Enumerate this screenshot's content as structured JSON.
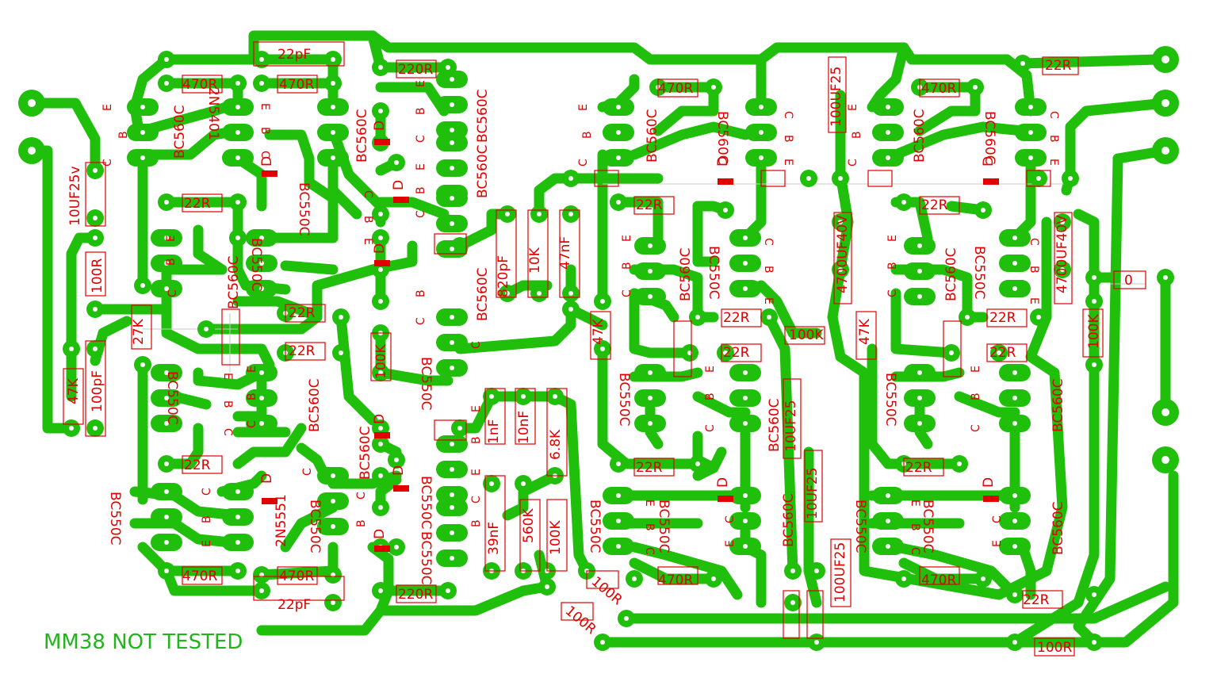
{
  "note": "MM38 NOT TESTED",
  "colors": {
    "copper": "#1fbf0b",
    "silkscreen": "#e00000",
    "note": "#22b41c"
  },
  "labels": {
    "c22p_top": "22pF",
    "c22p_bot": "22pF",
    "r470": "470R",
    "r220": "220R",
    "r22": "22R",
    "r100": "100R",
    "r100k": "100K",
    "r47k": "47K",
    "r27k": "27K",
    "r10k": "10K",
    "r560k": "560K",
    "r68k": "6.8K",
    "r0": "0",
    "c10u25": "10UF25v",
    "c10u25b": "10UF25",
    "c100u": "100pF",
    "c820": "820pF",
    "c1n": "1nF",
    "c10n": "10nF",
    "c39n": "39nF",
    "c4700": "4700UF40V",
    "c100u25": "100UF25",
    "c47n": "47nF",
    "bc560": "BC560C",
    "bc550": "BC550C",
    "n5551": "2N5551",
    "n5401": "2N5401",
    "d": "D",
    "pinE": "E",
    "pinB": "B",
    "pinC": "C"
  }
}
